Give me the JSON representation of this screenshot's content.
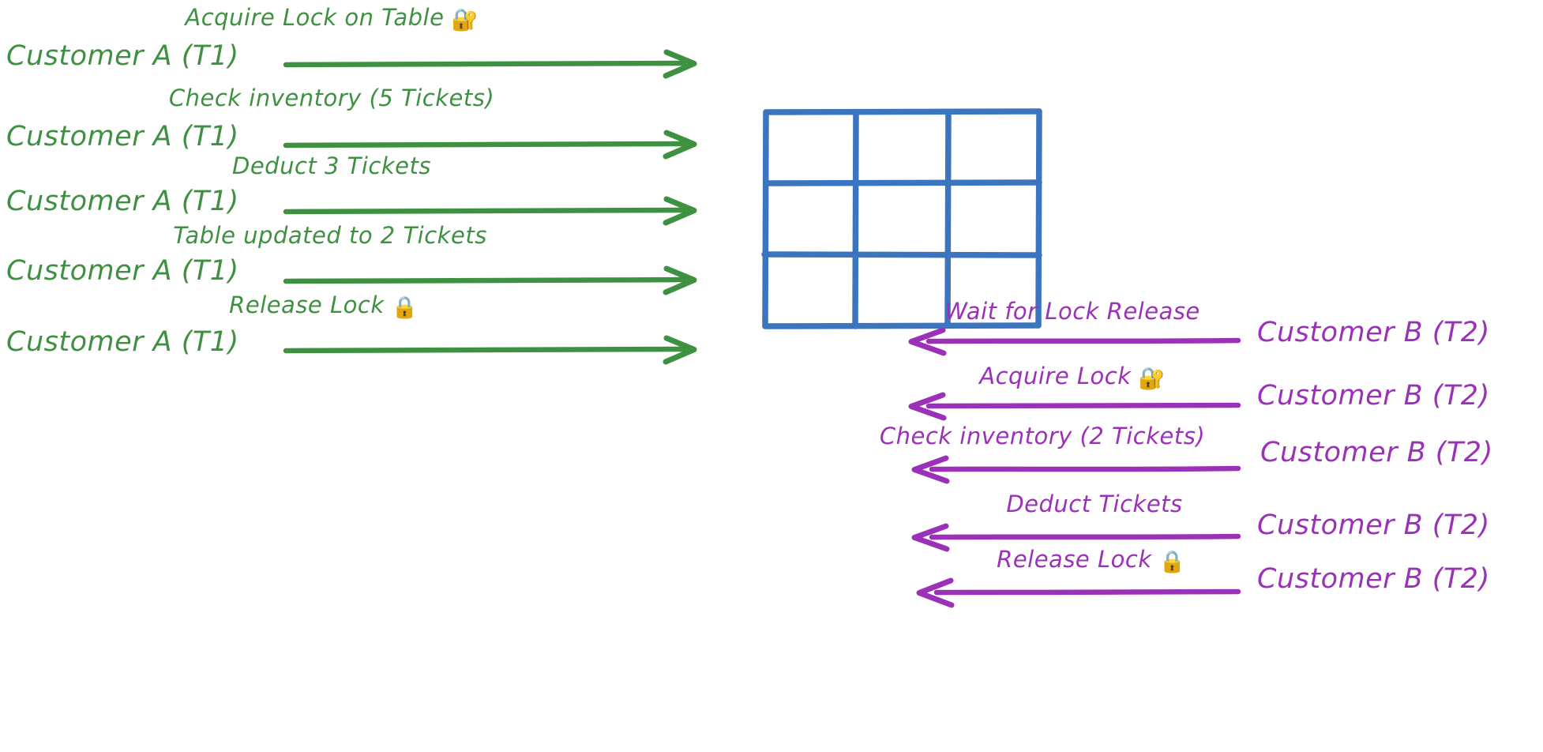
{
  "diagram": {
    "title": "Database table row locking sequence",
    "colors": {
      "green": "#3f9142",
      "purple": "#9b31b8",
      "blue": "#3b75c0",
      "background": "#ffffff"
    }
  },
  "left_lane": {
    "actor_label": "Customer A (T1)",
    "direction": "right",
    "color": "#3f9142",
    "steps": [
      {
        "label": "Acquire Lock on Table",
        "icon": "locked-with-key-icon",
        "icon_glyph": "🔐",
        "actor": "Customer A (T1)"
      },
      {
        "label": "Check inventory (5 Tickets)",
        "icon": "",
        "icon_glyph": "",
        "actor": "Customer A (T1)"
      },
      {
        "label": "Deduct 3 Tickets",
        "icon": "",
        "icon_glyph": "",
        "actor": "Customer A (T1)"
      },
      {
        "label": "Table updated to 2 Tickets",
        "icon": "",
        "icon_glyph": "",
        "actor": "Customer A (T1)"
      },
      {
        "label": "Release Lock",
        "icon": "lock-icon",
        "icon_glyph": "🔒",
        "actor": "Customer A (T1)"
      }
    ]
  },
  "right_lane": {
    "actor_label": "Customer B (T2)",
    "direction": "left",
    "color": "#9b31b8",
    "steps": [
      {
        "label": "Wait for Lock Release",
        "icon": "",
        "icon_glyph": "",
        "actor": "Customer B (T2)"
      },
      {
        "label": "Acquire Lock",
        "icon": "locked-with-key-icon",
        "icon_glyph": "🔐",
        "actor": "Customer B (T2)"
      },
      {
        "label": "Check inventory (2 Tickets)",
        "icon": "",
        "icon_glyph": "",
        "actor": "Customer B (T2)"
      },
      {
        "label": "Deduct Tickets",
        "icon": "",
        "icon_glyph": "",
        "actor": "Customer B (T2)"
      },
      {
        "label": "Release Lock",
        "icon": "lock-icon",
        "icon_glyph": "🔒",
        "actor": "Customer B (T2)"
      }
    ]
  },
  "table_grid": {
    "name": "inventory-table",
    "rows": 3,
    "cols": 3,
    "color": "#3b75c0",
    "cells": [
      [
        "",
        "",
        ""
      ],
      [
        "",
        "",
        ""
      ],
      [
        "",
        "",
        ""
      ]
    ]
  }
}
